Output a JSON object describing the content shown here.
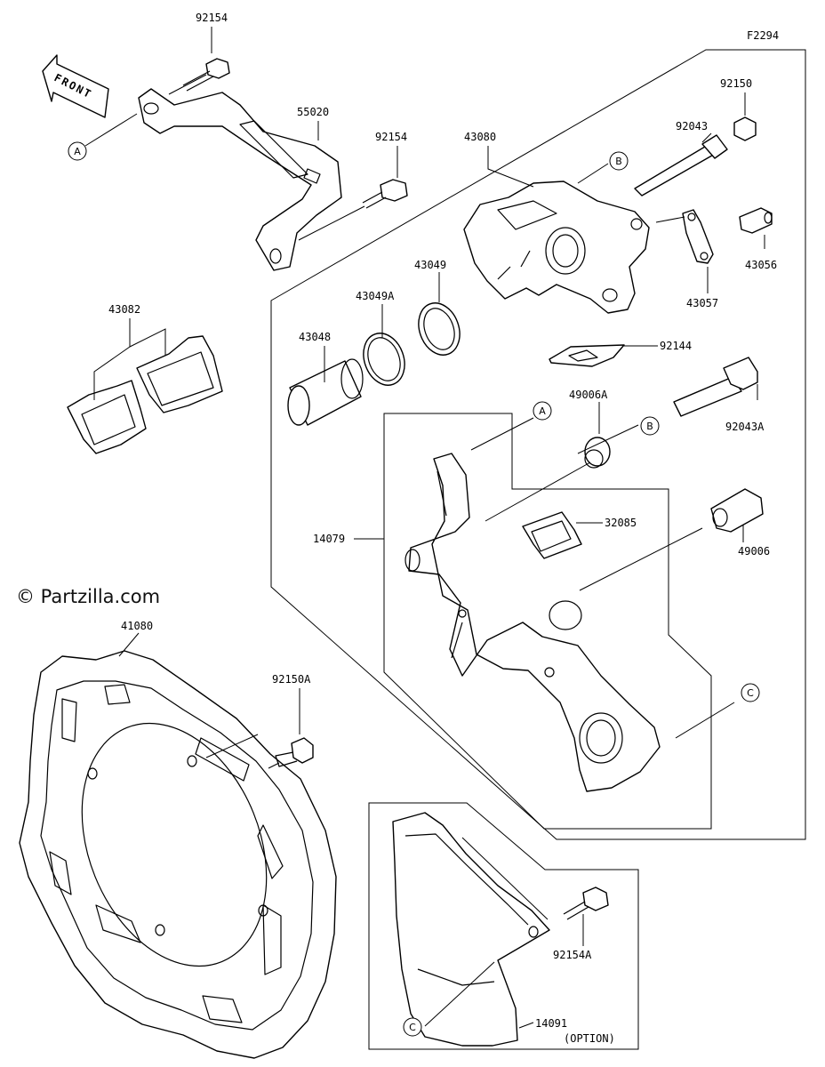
{
  "figure_code": "F2294",
  "watermark": "© Partzilla.com",
  "front_label": "FRONT",
  "option_label": "(OPTION)",
  "parts": [
    {
      "number": "92154"
    },
    {
      "number": "55020"
    },
    {
      "number": "92154"
    },
    {
      "number": "43080"
    },
    {
      "number": "92150"
    },
    {
      "number": "92043"
    },
    {
      "number": "43056"
    },
    {
      "number": "43057"
    },
    {
      "number": "43082"
    },
    {
      "number": "43049"
    },
    {
      "number": "43049A"
    },
    {
      "number": "43048"
    },
    {
      "number": "92144"
    },
    {
      "number": "49006A"
    },
    {
      "number": "92043A"
    },
    {
      "number": "32085"
    },
    {
      "number": "14079"
    },
    {
      "number": "49006"
    },
    {
      "number": "41080"
    },
    {
      "number": "92150A"
    },
    {
      "number": "92154A"
    },
    {
      "number": "14091"
    }
  ],
  "callouts": {
    "a": "A",
    "b": "B",
    "c": "C"
  }
}
